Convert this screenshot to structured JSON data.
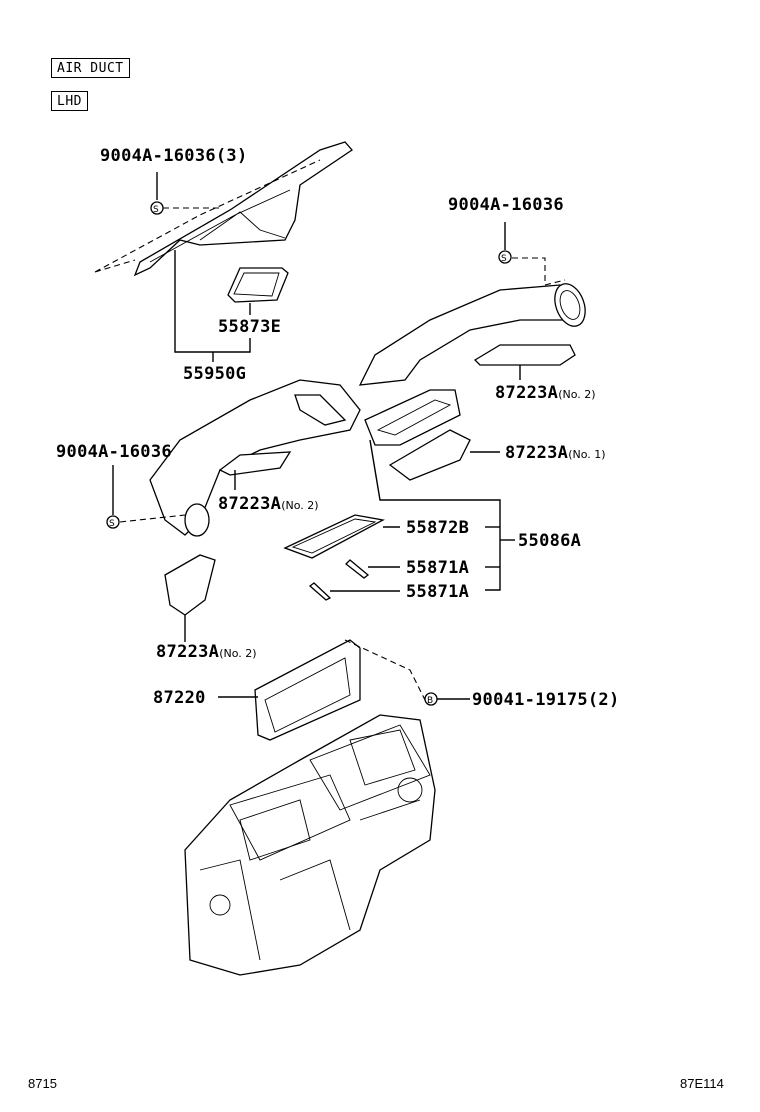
{
  "tags": [
    "AIR DUCT",
    "LHD"
  ],
  "labels": {
    "screw_top_left": "9004A-16036(3)",
    "screw_top_right": "9004A-16036",
    "screw_mid_left": "9004A-16036",
    "p55873E": "55873E",
    "p55950G": "55950G",
    "p87223A_right": "87223A",
    "p87223A_right_suffix": "(No. 2)",
    "p87223A_mid": "87223A",
    "p87223A_mid_suffix": "(No. 1)",
    "p87223A_left": "87223A",
    "p87223A_left_suffix": "(No. 2)",
    "p87223A_bottom": "87223A",
    "p87223A_bottom_suffix": "(No. 2)",
    "p55872B": "55872B",
    "p55086A": "55086A",
    "p55871A_1": "55871A",
    "p55871A_2": "55871A",
    "p87220": "87220",
    "p90041": "90041-19175(2)"
  },
  "footer": {
    "left_code": "8715",
    "right_code": "87E114"
  },
  "icons": {
    "screw": "screw-symbol-s",
    "bolt": "bolt-symbol-b"
  }
}
